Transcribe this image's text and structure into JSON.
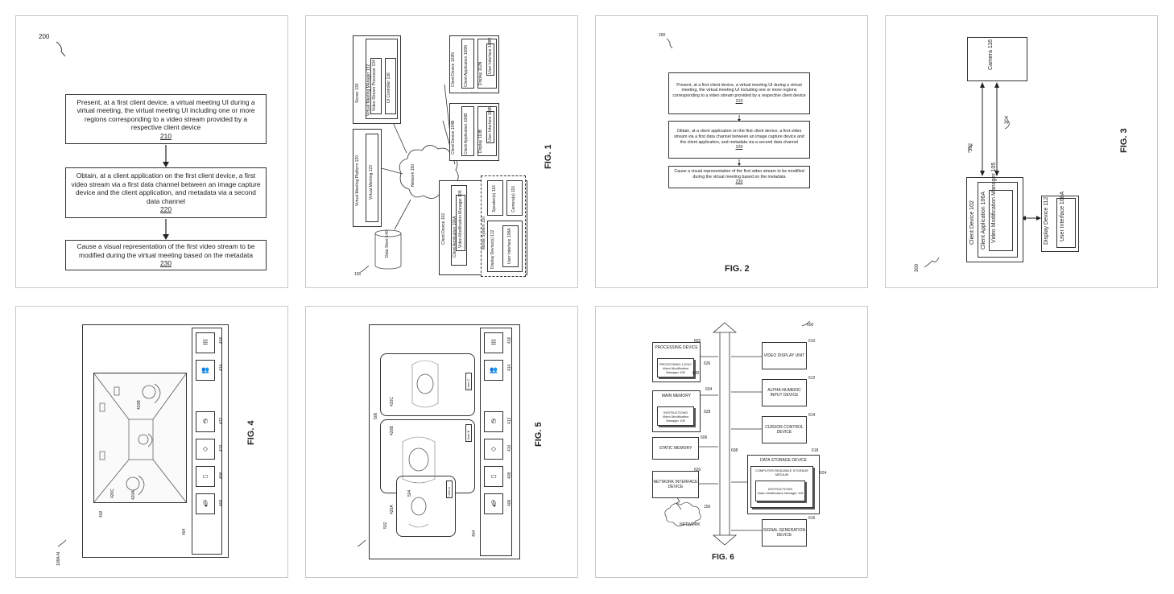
{
  "fig2a": {
    "ref": "200",
    "step1_text": "Present, at a first client device, a virtual meeting UI during a virtual meeting, the virtual meeting UI including one or more regions corresponding to a video stream provided by a respective client device",
    "step1_num": "210",
    "step2_text": "Obtain, at a client application on the first client device, a first video stream via a first data channel between an image capture device and the client application, and metadata via a second data channel",
    "step2_num": "220",
    "step3_text": "Cause a visual representation of the first video stream to be modified during the virtual meeting based on the metadata",
    "step3_num": "230"
  },
  "fig1": {
    "label": "FIG. 1",
    "ref": "100",
    "server": "Server 130",
    "vmm": "Virtual Meeting Manager 132",
    "vsp": "Video Stream Processor 134",
    "uic": "UI Controller 136",
    "platform": "Virtual Meeting Platform 120",
    "vmeeting": "Virtual Meeting 122",
    "network": "Network 150",
    "datastore": "Data Store 140",
    "cdN": "Client Device 102N",
    "caN": "Client Application 106N",
    "dispN": "Display 112N",
    "uiN": "User Interface 108N",
    "cdB": "Client Device 104B",
    "caB": "Client Application 106B",
    "dispB": "Display 110B",
    "uiB": "User Interface 108B",
    "cdA": "Client Device 102",
    "caA": "Client Application 106A",
    "vmmA": "Video Modification Manager 105",
    "media": "Media System 110",
    "speaker": "Speaker(s) 116",
    "camera": "Camera(s) 115",
    "dispA": "Display Device(s) 112",
    "uiA": "User Interface 108A",
    "dots": "• • •"
  },
  "fig2": {
    "label": "FIG. 2",
    "ref": "200",
    "step1_text": "Present, at a first client device, a virtual meeting UI during a virtual meeting, the virtual meeting UI including one or more regions corresponding to a video stream provided by a respective client device",
    "step1_num": "210",
    "step2_text": "Obtain, at a client application on the first client device, a first video stream via a first data channel between an image capture device and the client application, and metadata via a second data channel",
    "step2_num": "220",
    "step3_text": "Cause a visual representation of the first video stream to be modified during the virtual meeting based on the metadata",
    "step3_num": "230"
  },
  "fig3": {
    "label": "FIG. 3",
    "ref": "300",
    "camera": "Camera 116",
    "cd": "Client Device 102",
    "ca": "Client Application 106A",
    "vmm": "Video Modification Manager 105",
    "disp": "Display Device 112",
    "ui": "User Interface 108A",
    "n302": "302",
    "n304": "304"
  },
  "fig4": {
    "label": "FIG. 4",
    "ref": "108A-N",
    "n402": "402",
    "n404": "404",
    "n420a": "420A",
    "n420b": "420B",
    "n420c": "420C",
    "btn_nums": [
      "406",
      "408",
      "410",
      "412",
      "414",
      "416"
    ]
  },
  "fig5": {
    "label": "FIG. 5",
    "n404": "404",
    "n502": "502",
    "n504": "504",
    "n506": "506",
    "n420a": "420A",
    "n420b": "420B",
    "n420c": "420C",
    "userA": "User A",
    "userB": "User B",
    "userC": "User C",
    "btn_nums": [
      "406",
      "408",
      "410",
      "412",
      "414",
      "416"
    ]
  },
  "fig6": {
    "label": "FIG. 6",
    "ref": "600",
    "proc": "PROCESSING DEVICE",
    "proc_logic": "PROCESSING LOGIC",
    "vmm1": "Video Modification Manager 105",
    "mainmem": "MAIN MEMORY",
    "instr": "INSTRUCTIONS",
    "vmm2": "Video Modification Manager 105",
    "static": "STATIC MEMORY",
    "nid": "NETWORK INTERFACE DEVICE",
    "network": "NETWORK",
    "video": "VIDEO DISPLAY UNIT",
    "alpha": "ALPHA-NUMERIC INPUT DEVICE",
    "cursor": "CURSOR CONTROL DEVICE",
    "dsd": "DATA STORAGE DEVICE",
    "crsm": "COMPUTER-READABLE STORAGE MEDIUM",
    "instr2": "INSTRUCTIONS",
    "vmm3": "Video Modification Manager 105",
    "sgd": "SIGNAL GENERATION DEVICE",
    "n602": "602",
    "n604": "604",
    "n606": "606",
    "n608": "608",
    "n610": "610",
    "n612": "612",
    "n614": "614",
    "n616": "616",
    "n618": "618",
    "n620": "620",
    "n624": "624",
    "n626": "626",
    "n628": "628",
    "n630": "630",
    "n150": "150"
  }
}
